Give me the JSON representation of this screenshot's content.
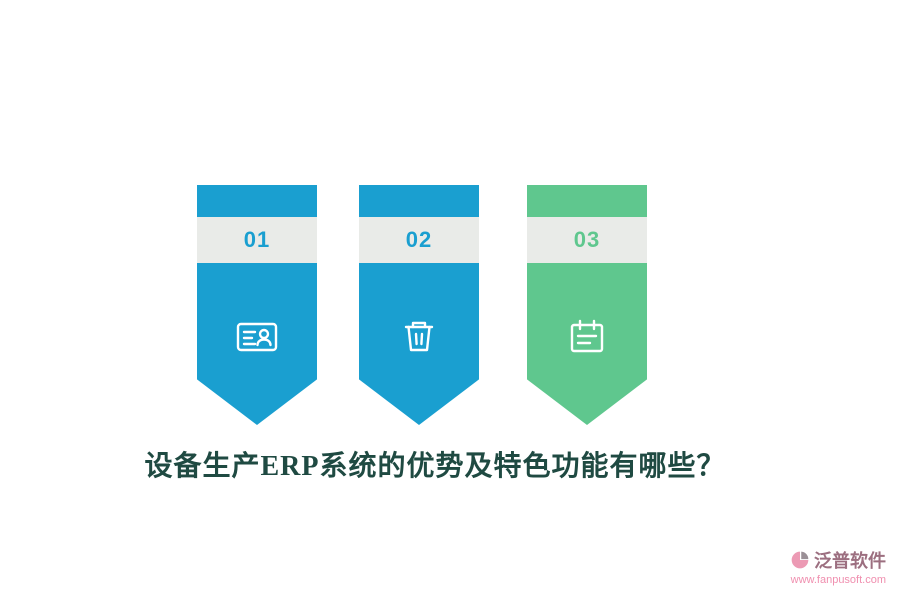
{
  "banners": [
    {
      "number": "01",
      "color": "#1a9fd0",
      "icon": "contact-card-icon"
    },
    {
      "number": "02",
      "color": "#1a9fd0",
      "icon": "trash-bin-icon"
    },
    {
      "number": "03",
      "color": "#5fc78e",
      "icon": "memo-icon"
    }
  ],
  "band_bg": "#e9ebe8",
  "icon_color": "#ffffff",
  "title": {
    "text": "设备生产ERP系统的优势及特色功能有哪些？",
    "color": "#1f4a42"
  },
  "footer": {
    "brand": "泛普软件",
    "url": "www.fanpusoft.com",
    "brand_color": "#9c6f80",
    "url_color": "#f08faf",
    "logo_pink": "#ec9ab4",
    "logo_gray": "#9a8f96"
  }
}
